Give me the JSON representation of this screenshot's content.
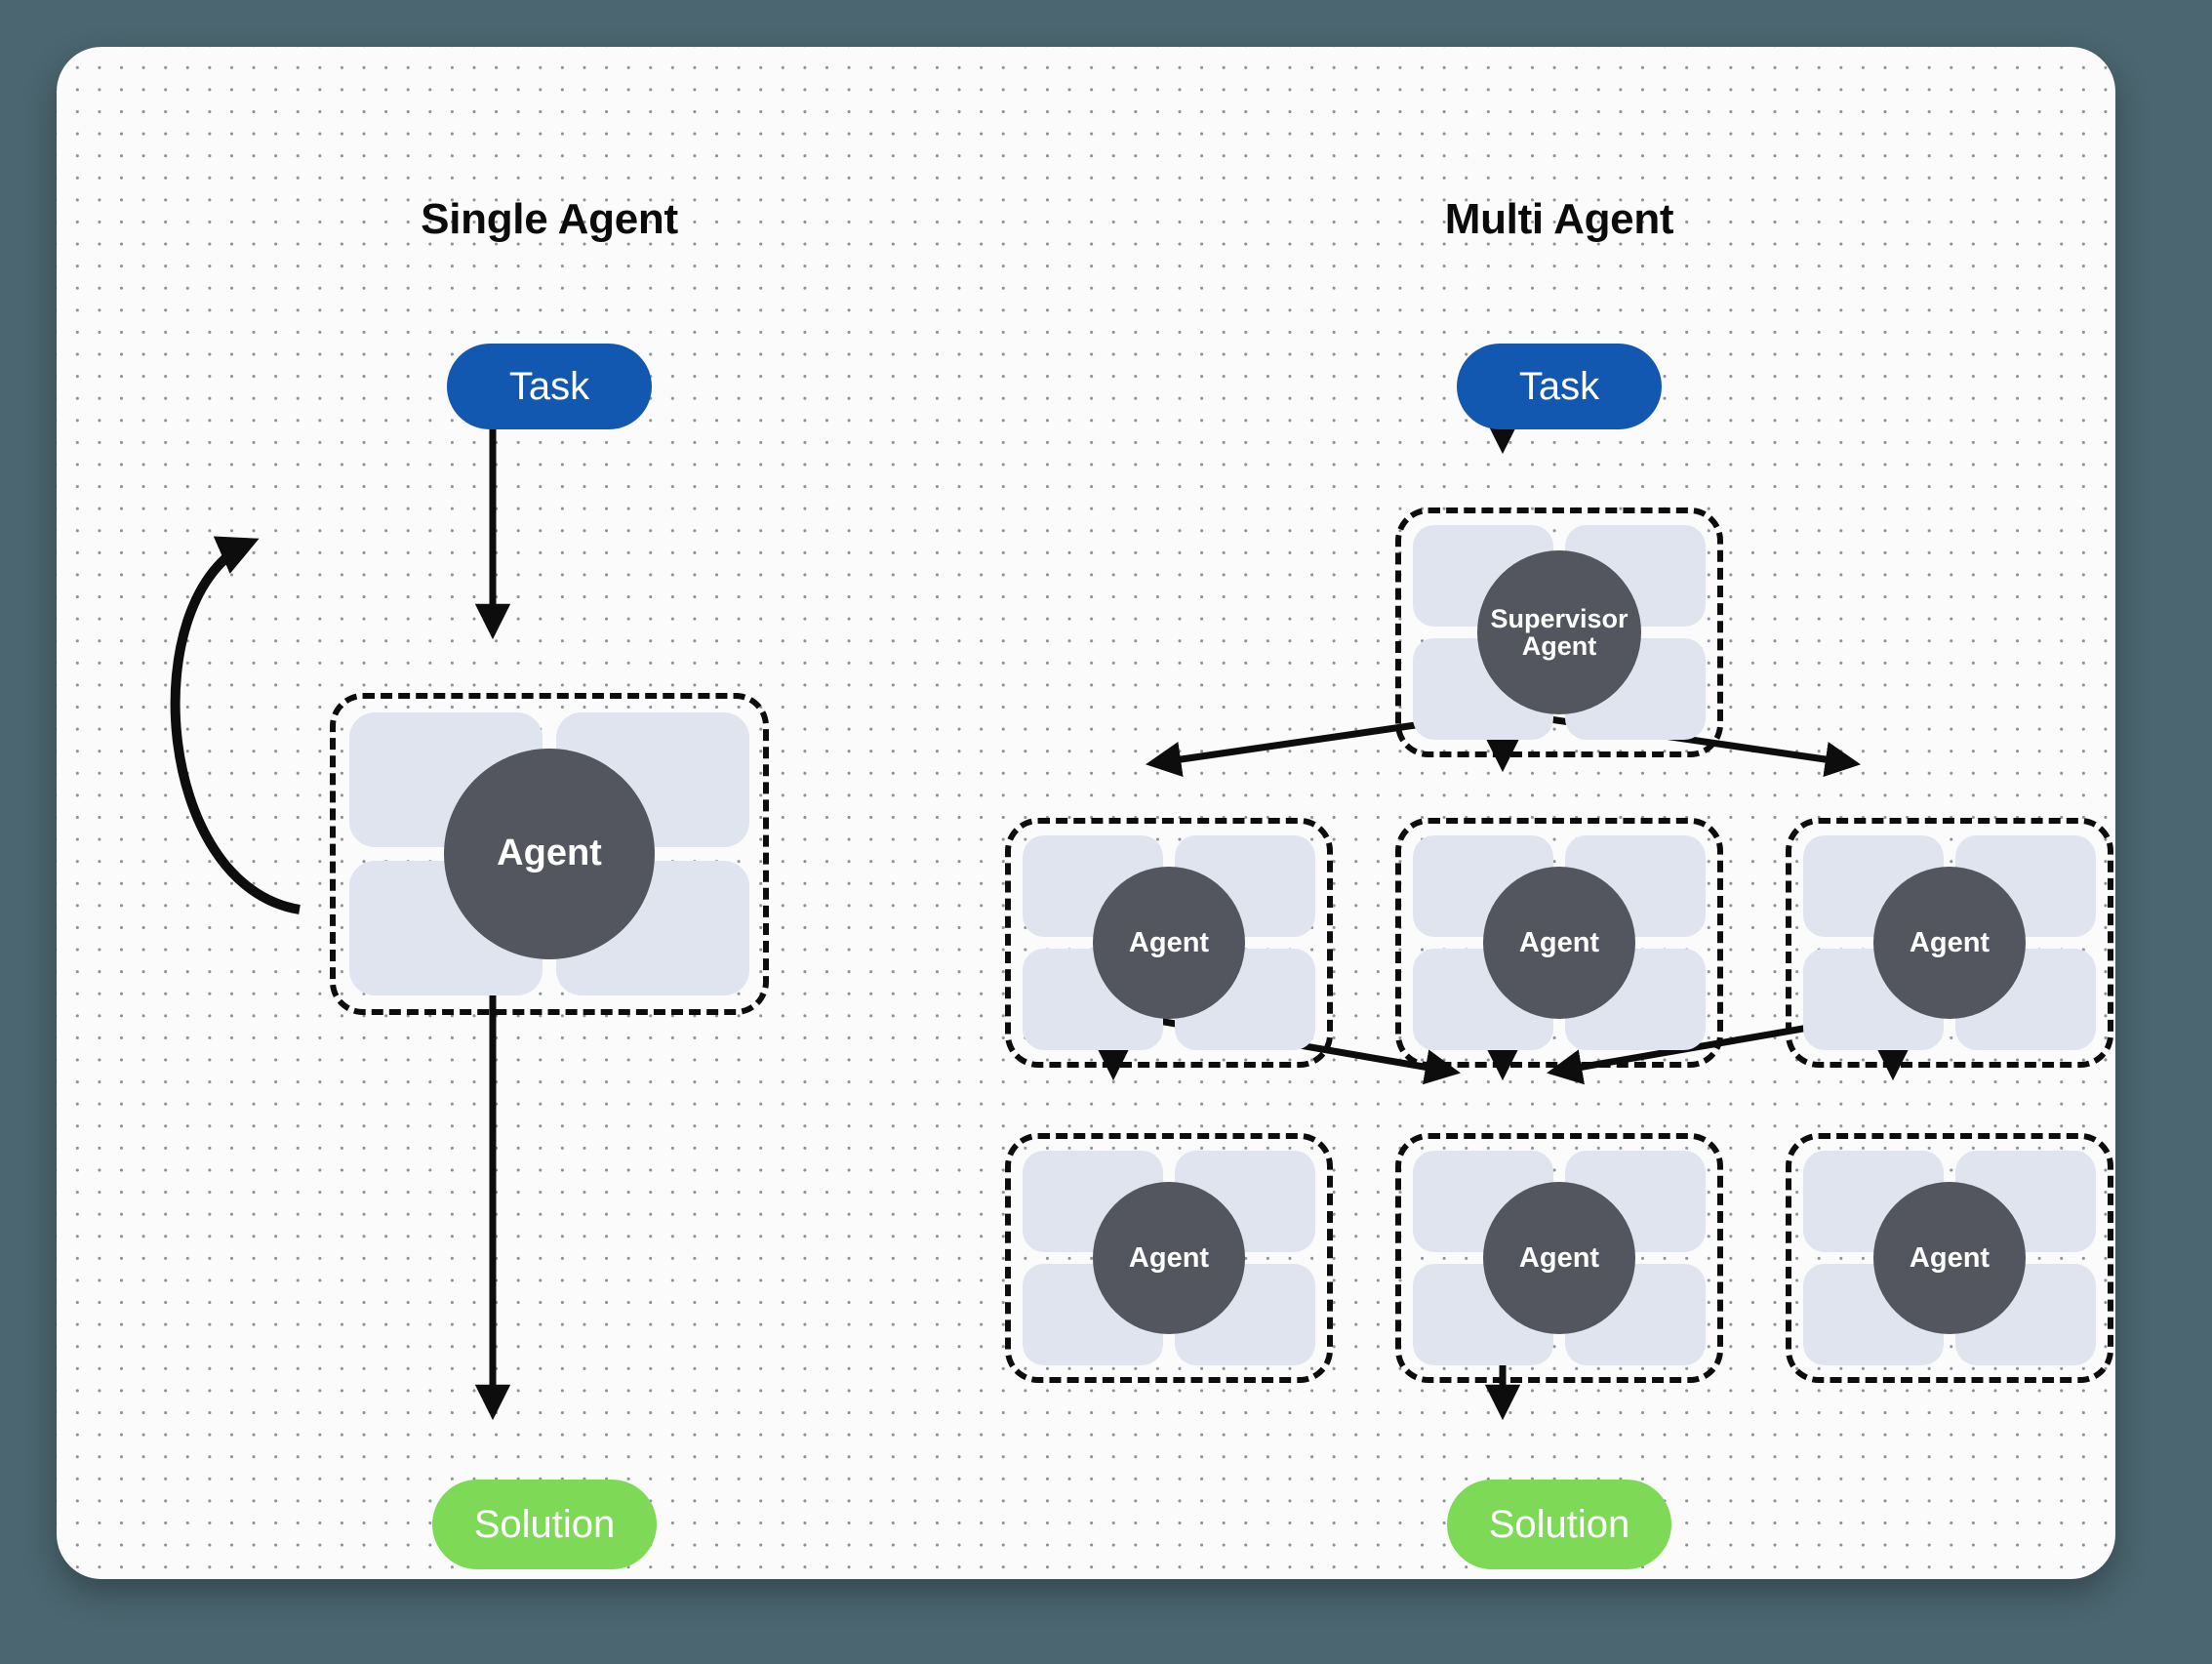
{
  "canvas": {
    "background_color": "#4b6670",
    "card_background_color": "#fbfbfc",
    "dot_color": "#8d9199"
  },
  "palette": {
    "task_blue": "#1358b0",
    "solution_green": "#7ed957",
    "agent_circle": "#53565f",
    "petal": "#dfe4ee",
    "stroke": "#0d0d0d"
  },
  "panels": {
    "single": {
      "title": "Single Agent",
      "task_label": "Task",
      "agent_label": "Agent",
      "solution_label": "Solution"
    },
    "multi": {
      "title": "Multi Agent",
      "task_label": "Task",
      "supervisor_label_line1": "Supervisor",
      "supervisor_label_line2": "Agent",
      "agents": [
        {
          "id": "r1c1",
          "label": "Agent"
        },
        {
          "id": "r1c2",
          "label": "Agent"
        },
        {
          "id": "r1c3",
          "label": "Agent"
        },
        {
          "id": "r2c1",
          "label": "Agent"
        },
        {
          "id": "r2c2",
          "label": "Agent"
        },
        {
          "id": "r2c3",
          "label": "Agent"
        }
      ],
      "solution_label": "Solution"
    }
  }
}
